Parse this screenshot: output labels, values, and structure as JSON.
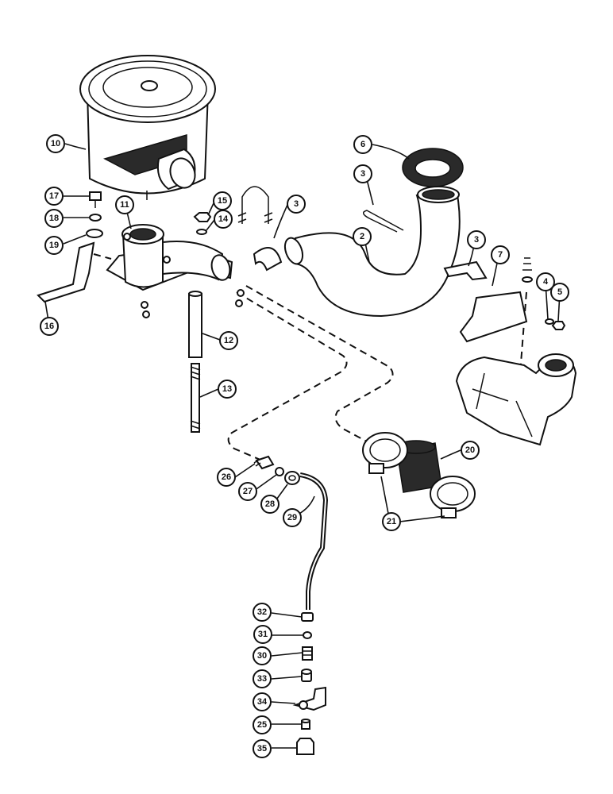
{
  "callouts": [
    {
      "label": "10"
    },
    {
      "label": "6"
    },
    {
      "label": "3"
    },
    {
      "label": "17"
    },
    {
      "label": "18"
    },
    {
      "label": "19"
    },
    {
      "label": "11"
    },
    {
      "label": "15"
    },
    {
      "label": "14"
    },
    {
      "label": "3"
    },
    {
      "label": "2"
    },
    {
      "label": "3"
    },
    {
      "label": "7"
    },
    {
      "label": "4"
    },
    {
      "label": "5"
    },
    {
      "label": "16"
    },
    {
      "label": "12"
    },
    {
      "label": "13"
    },
    {
      "label": "20"
    },
    {
      "label": "26"
    },
    {
      "label": "27"
    },
    {
      "label": "28"
    },
    {
      "label": "29"
    },
    {
      "label": "21"
    },
    {
      "label": "32"
    },
    {
      "label": "31"
    },
    {
      "label": "30"
    },
    {
      "label": "33"
    },
    {
      "label": "34"
    },
    {
      "label": "25"
    },
    {
      "label": "35"
    }
  ]
}
